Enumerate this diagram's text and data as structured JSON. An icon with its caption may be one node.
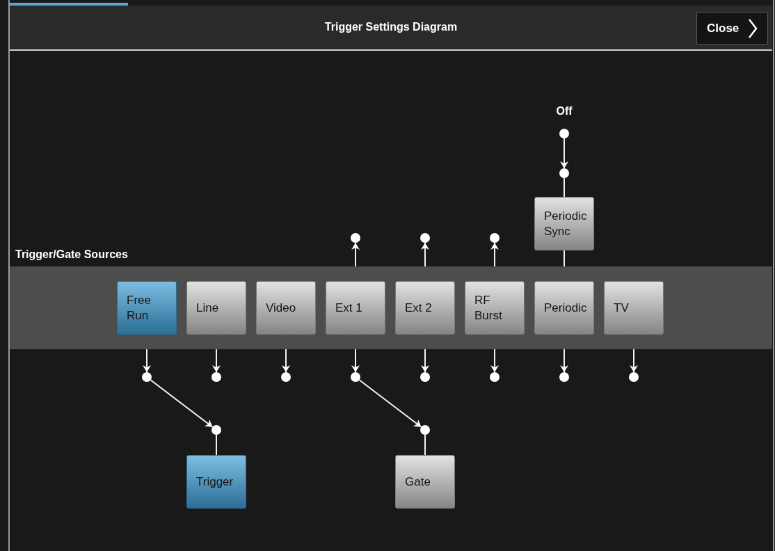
{
  "diagram": {
    "title": "Trigger Settings Diagram",
    "nodes": [
      {
        "text": [],
        "shape": "circle",
        "beside": [
          "Off"
        ]
      },
      {
        "text": [],
        "shape": "circle"
      },
      {
        "text": [
          "Periodic Sync"
        ]
      },
      {
        "text": [],
        "shape": "circle"
      },
      {
        "text": [],
        "shape": "circle"
      },
      {
        "text": [],
        "shape": "circle"
      },
      {
        "text": [
          "Trigger/Gate Sources"
        ]
      },
      {
        "text": [
          "Free Run"
        ],
        "in": 6
      },
      {
        "text": [
          "Line"
        ],
        "in": 6
      },
      {
        "text": [
          "Video"
        ],
        "in": 6
      },
      {
        "text": [
          "Ext 1"
        ],
        "in": 6
      },
      {
        "text": [
          "Ext 2"
        ],
        "in": 6
      },
      {
        "text": [
          "RF Burst"
        ],
        "in": 6
      },
      {
        "text": [
          "Periodic"
        ],
        "in": 6
      },
      {
        "text": [
          "TV"
        ],
        "in": 6
      },
      {
        "text": [],
        "shape": "circle"
      },
      {
        "text": [],
        "shape": "circle"
      },
      {
        "text": [],
        "shape": "circle"
      },
      {
        "text": [],
        "shape": "circle"
      },
      {
        "text": [],
        "shape": "circle"
      },
      {
        "text": [],
        "shape": "circle"
      },
      {
        "text": [],
        "shape": "circle"
      },
      {
        "text": [],
        "shape": "circle"
      },
      {
        "text": [],
        "shape": "circle"
      },
      {
        "text": [],
        "shape": "circle"
      },
      {
        "text": [
          "Trigger"
        ]
      },
      {
        "text": [
          "Gate"
        ]
      }
    ],
    "edges": [
      {
        "from": 0,
        "to": 1,
        "arrow": "to"
      },
      {
        "from": 1,
        "to": 2,
        "arrow": "none"
      },
      {
        "from": 2,
        "to": 13,
        "arrow": "to"
      },
      {
        "from": 10,
        "to": 3,
        "arrow": "to"
      },
      {
        "from": 11,
        "to": 4,
        "arrow": "to"
      },
      {
        "from": 12,
        "to": 5,
        "arrow": "to"
      },
      {
        "from": 7,
        "to": 15,
        "arrow": "to"
      },
      {
        "from": 8,
        "to": 16,
        "arrow": "to"
      },
      {
        "from": 9,
        "to": 17,
        "arrow": "to"
      },
      {
        "from": 10,
        "to": 18,
        "arrow": "to"
      },
      {
        "from": 11,
        "to": 19,
        "arrow": "to"
      },
      {
        "from": 12,
        "to": 20,
        "arrow": "to"
      },
      {
        "from": 13,
        "to": 21,
        "arrow": "to"
      },
      {
        "from": 14,
        "to": 22,
        "arrow": "to"
      },
      {
        "from": 15,
        "to": 23,
        "arrow": "to"
      },
      {
        "from": 23,
        "to": 25,
        "arrow": "none"
      },
      {
        "from": 18,
        "to": 24,
        "arrow": "to"
      },
      {
        "from": 24,
        "to": 26,
        "arrow": "none"
      }
    ],
    "labels": [
      "Close"
    ]
  }
}
